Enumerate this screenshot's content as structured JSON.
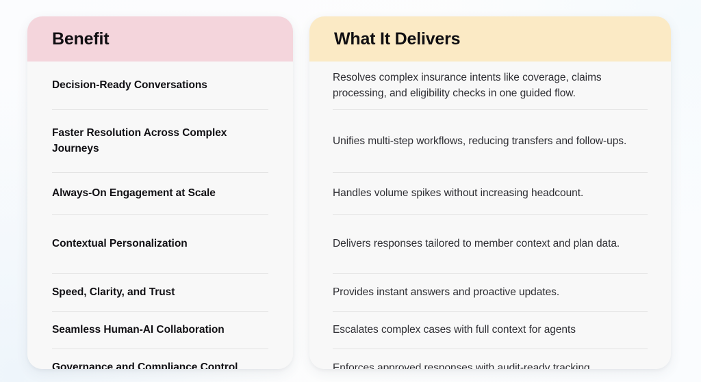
{
  "page": {
    "background_color": "#fbfcfd",
    "layout": "two-column-comparison-cards"
  },
  "cards": {
    "benefit": {
      "title": "Benefit",
      "header_color": "#f4d5dc",
      "body_color": "#f8f8f8",
      "rows": [
        {
          "text": "Decision-Ready Conversations"
        },
        {
          "text": "Faster Resolution Across Complex Journeys"
        },
        {
          "text": "Always-On Engagement at Scale"
        },
        {
          "text": "Contextual Personalization"
        },
        {
          "text": "Speed, Clarity, and Trust"
        },
        {
          "text": "Seamless Human-AI Collaboration"
        },
        {
          "text": "Governance and Compliance Control"
        }
      ]
    },
    "delivers": {
      "title": "What It Delivers",
      "header_color": "#fbeac5",
      "body_color": "#f8f8f8",
      "rows": [
        {
          "text": "Resolves complex insurance intents like coverage, claims processing, and eligibility checks in one guided flow."
        },
        {
          "text": "Unifies multi-step workflows, reducing transfers and follow-ups."
        },
        {
          "text": "Handles volume spikes without increasing headcount."
        },
        {
          "text": "Delivers responses tailored to member context and plan data."
        },
        {
          "text": "Provides instant answers and proactive updates."
        },
        {
          "text": "Escalates complex cases with full context for agents"
        },
        {
          "text": "Enforces approved responses with audit-ready tracking."
        }
      ]
    }
  }
}
